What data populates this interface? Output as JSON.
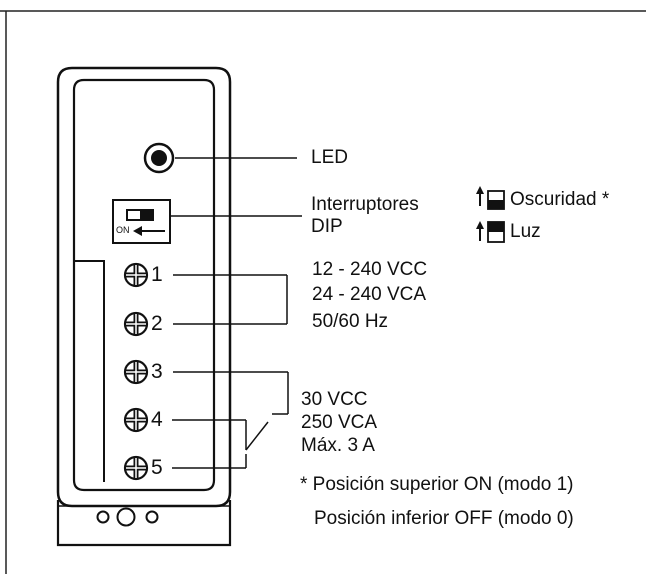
{
  "device": {
    "terminals": [
      "1",
      "2",
      "3",
      "4",
      "5"
    ],
    "dip_on_label": "ON"
  },
  "labels": {
    "led": "LED",
    "dip_line1": "Interruptores",
    "dip_line2": "DIP",
    "mode_dark": "Oscuridad *",
    "mode_light": "Luz",
    "supply_line1": "12 - 240 VCC",
    "supply_line2": "24 - 240 VCA",
    "supply_line3": "50/60 Hz",
    "relay_line1": "30 VCC",
    "relay_line2": "250 VCA",
    "relay_line3": "Máx. 3 A"
  },
  "footnote": {
    "line1": "* Posición superior ON (modo 1)",
    "line2": "Posición inferior OFF (modo 0)"
  }
}
